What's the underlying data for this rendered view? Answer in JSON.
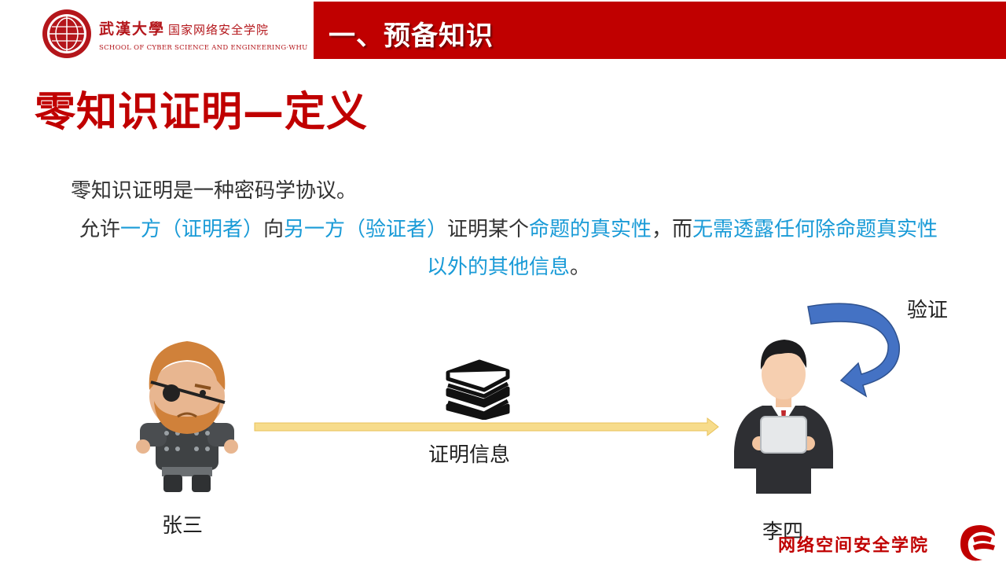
{
  "header": {
    "university_cn": "武漢大學",
    "school_cn": "国家网络安全学院",
    "school_en": "SCHOOL OF CYBER SCIENCE AND ENGINEERING·WHU",
    "section_title": "一、预备知识"
  },
  "page_title": "零知识证明—定义",
  "definition": {
    "line1": "零知识证明是一种密码学协议。",
    "segments": [
      {
        "text": "允许",
        "highlight": false
      },
      {
        "text": "一方（证明者）",
        "highlight": true
      },
      {
        "text": "向",
        "highlight": false
      },
      {
        "text": "另一方（验证者）",
        "highlight": true
      },
      {
        "text": "证明某个",
        "highlight": false
      },
      {
        "text": "命题的真实性",
        "highlight": true
      },
      {
        "text": "，而",
        "highlight": false
      },
      {
        "text": "无需透露任何除命题真实性以外的其他信息",
        "highlight": true
      },
      {
        "text": "。",
        "highlight": false
      }
    ]
  },
  "diagram": {
    "prover_name": "张三",
    "verifier_name": "李四",
    "message_label": "证明信息",
    "verify_label": "验证",
    "icons": [
      "prover-character-icon",
      "book-stack-icon",
      "verifier-businessman-icon",
      "curved-arrow-icon"
    ]
  },
  "footer": {
    "school_cn": "网络空间安全学院"
  },
  "colors": {
    "brand_red": "#c00000",
    "highlight_blue": "#1a9bd7",
    "arrow_yellow": "#f7dc8c",
    "arrow_blue": "#4472c4"
  }
}
